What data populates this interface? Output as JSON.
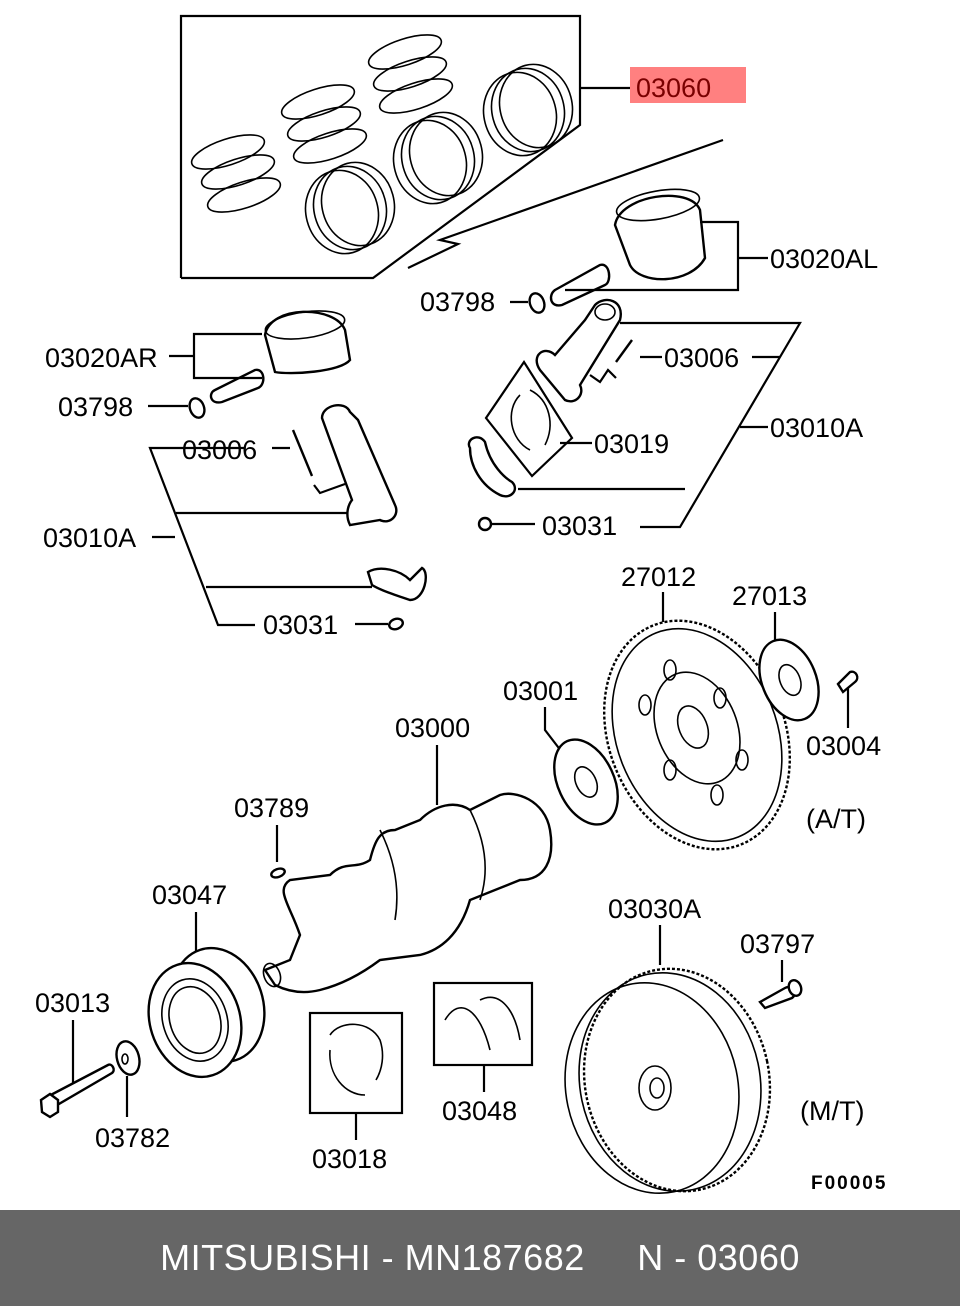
{
  "diagram": {
    "highlighted_part": "03060",
    "highlight_color": "#ff8080",
    "callouts": {
      "piston_ring_set": "03060",
      "piston_left": "03020AL",
      "piston_right": "03020AR",
      "snap_ring_upper": "03798",
      "snap_ring_lower": "03798",
      "conrod_bolt_right": "03006",
      "conrod_bolt_left": "03006",
      "conrod_assy_right": "03010A",
      "conrod_assy_left": "03010A",
      "conrod_bearing": "03019",
      "conrod_nut_right": "03031",
      "conrod_nut_left": "03031",
      "drive_plate": "27012",
      "drive_plate_adapter": "27013",
      "drive_plate_bolt": "03004",
      "crank_adapter": "03001",
      "crankshaft": "03000",
      "woodruff_key": "03789",
      "damper_pulley": "03047",
      "pulley_bolt": "03013",
      "washer": "03782",
      "main_bearing": "03018",
      "thrust_bearing": "03048",
      "flywheel": "03030A",
      "flywheel_bolt": "03797"
    },
    "notes": {
      "automatic": "(A/T)",
      "manual": "(M/T)",
      "figure_code": "F00005"
    }
  },
  "footer": {
    "brand": "MITSUBISHI",
    "part_number": "MN187682",
    "ref_label": "N",
    "ref_number": "03060",
    "text": "MITSUBISHI - MN187682     N - 03060"
  }
}
